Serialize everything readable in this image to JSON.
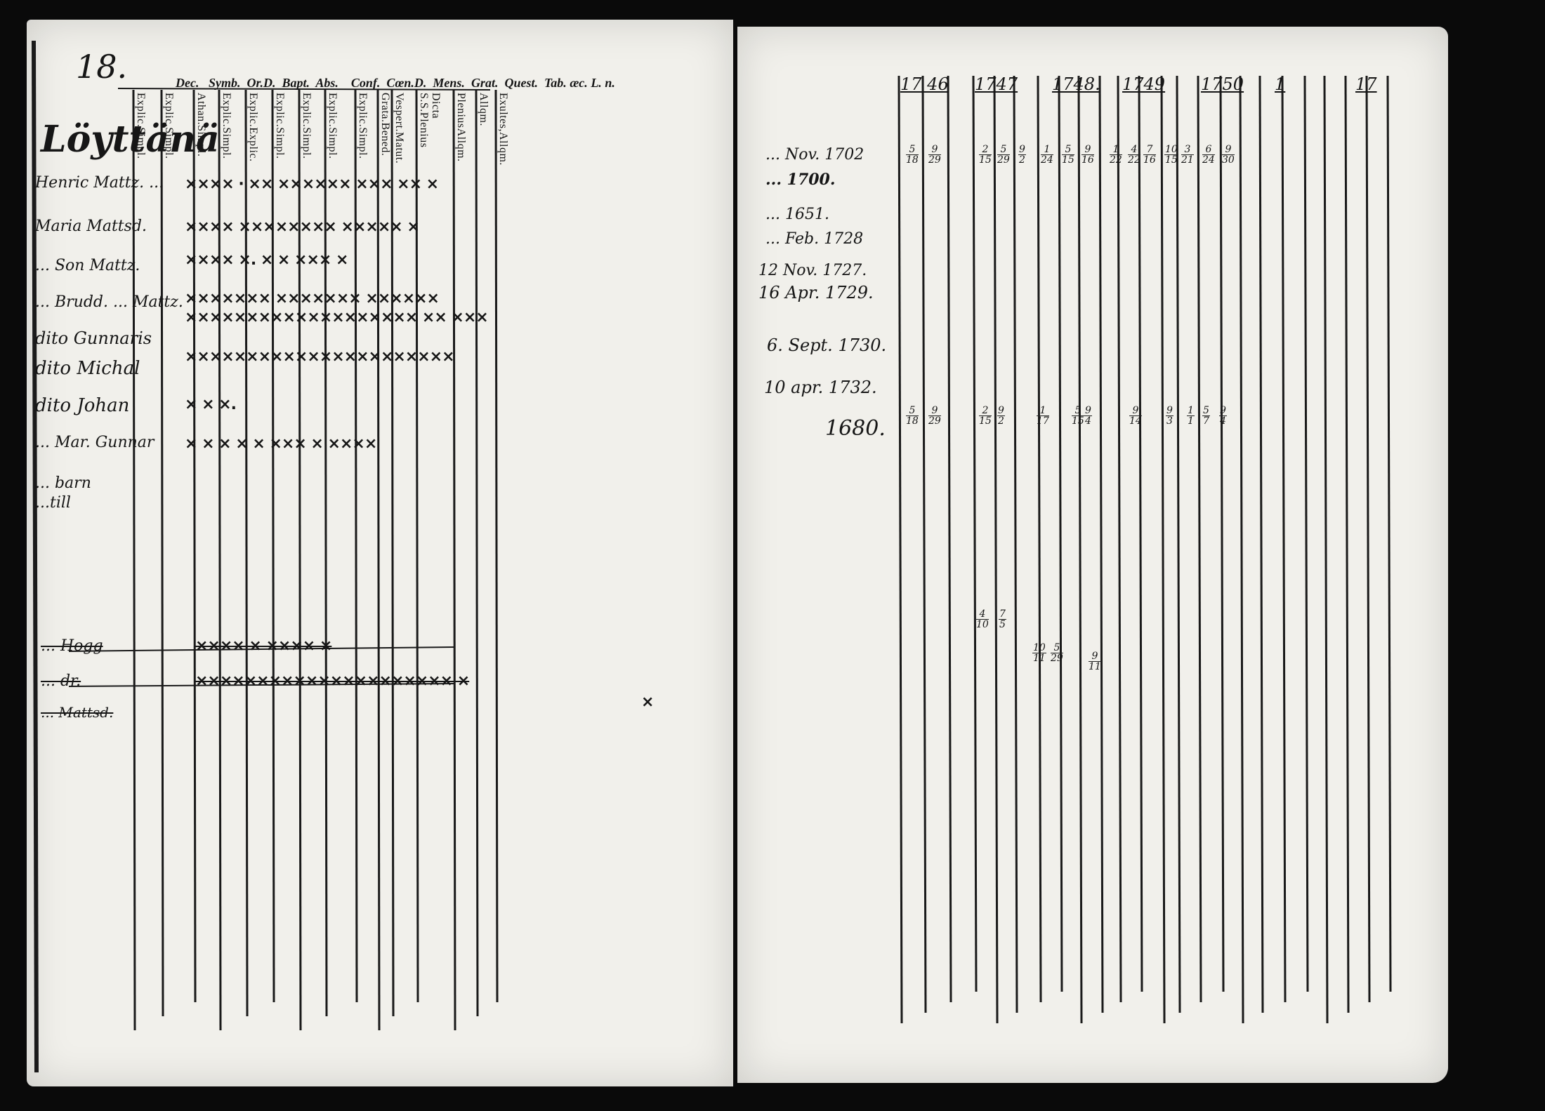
{
  "left_page": {
    "page_number": "18.",
    "parish_title": "Löyttänä",
    "header_row": [
      "Dec.",
      "Symb.",
      "Or.D.",
      "Bapt.",
      "Abs.",
      "Conf.",
      "Cœn.D.",
      "Mens.",
      "Grat.",
      "Quest.",
      "Tab.",
      "æc.",
      "L.",
      "n."
    ],
    "sub_headers": [
      [
        "Explic.",
        "Simpl."
      ],
      [
        "Explic.",
        "Simpl."
      ],
      [
        "Athan.",
        "Simpl."
      ],
      [
        "Explic.",
        "Simpl."
      ],
      [
        "Explic.",
        "Explic."
      ],
      [
        "Explic.",
        "Simpl."
      ],
      [
        "Explic.",
        "Simpl."
      ],
      [
        "Explic.",
        "Simpl."
      ],
      [
        "Explic.",
        "Simpl."
      ],
      [
        "Grata.",
        "Bened."
      ],
      [
        "Vespert.",
        "Matut."
      ],
      [
        "Dicta S.S.",
        "Plenius"
      ],
      [
        "Plenius",
        "Allqm."
      ],
      [
        "Allqm."
      ],
      [
        "Exultes,",
        "Allqm."
      ]
    ],
    "entries": [
      {
        "name": "Henric Mattz. ...",
        "marks": "×××× · ×× ×××××× ××× ×× ×"
      },
      {
        "name": "Maria Mattsd.",
        "marks": "×××× ×××××××× ××××× ×"
      },
      {
        "name": "... Son Mattz.",
        "marks": "×××× ×. × × ××× ×"
      },
      {
        "name": "... Brudd. ... Mattz.",
        "marks": "××××××× ××××××× ××××××"
      },
      {
        "name": "dito Gunnaris",
        "marks": "××××××××××××××××××× ×× ×××"
      },
      {
        "name": "dito Michal",
        "marks": "××××××××××××××××××××××"
      },
      {
        "name": "dito Johan",
        "marks": "× × ×."
      },
      {
        "name": "... Mar. Gunnar",
        "marks": "× × × × × ××× × ××××"
      },
      {
        "name": "... barn",
        "marks": ""
      },
      {
        "name": "...till",
        "marks": ""
      },
      {
        "name": "... Hogg",
        "marks": "×××× × ×××× ×"
      },
      {
        "name": "... dr.",
        "marks": "××××××××××××××××××××× ×"
      },
      {
        "name": "... Mattsd.",
        "marks": "×"
      }
    ]
  },
  "right_page": {
    "years": [
      "17 46",
      "1747",
      "1748.",
      "1749",
      "1750",
      "1",
      "17"
    ],
    "birth_dates": [
      "... Nov. 1702",
      "... 1700.",
      "... 1651.",
      "... Feb. 1728",
      "12 Nov. 1727.",
      "16 Apr. 1729.",
      "6. Sept. 1730.",
      "10 apr. 1732.",
      "1680."
    ],
    "row1_values": [
      [
        "5",
        "18"
      ],
      [
        "9",
        "29"
      ],
      [
        "2",
        "15"
      ],
      [
        "5",
        "29"
      ],
      [
        "9",
        "2"
      ],
      [
        "1",
        "24"
      ],
      [
        "5",
        "15"
      ],
      [
        "9",
        "16"
      ],
      [
        "1",
        "22"
      ],
      [
        "4",
        "22"
      ],
      [
        "7",
        "16"
      ],
      [
        "10",
        "15"
      ],
      [
        "3",
        "21"
      ],
      [
        "6",
        "24"
      ],
      [
        "9",
        "30"
      ]
    ],
    "row_last_values": [
      [
        "5",
        "18"
      ],
      [
        "9",
        "29"
      ],
      [
        "2",
        "15"
      ],
      [
        "9",
        "2"
      ],
      [
        "1",
        "17"
      ],
      [
        "5",
        "15"
      ],
      [
        "9",
        "4"
      ],
      [
        "9",
        "14"
      ],
      [
        "9",
        "3"
      ],
      [
        "1",
        "1"
      ],
      [
        "5",
        "7"
      ],
      [
        "9",
        "4"
      ]
    ],
    "lower_values": [
      [
        "4",
        "10"
      ],
      [
        "7",
        "5"
      ],
      [
        "10",
        "11"
      ],
      [
        "5",
        "29"
      ],
      [
        "9",
        "11"
      ]
    ]
  }
}
